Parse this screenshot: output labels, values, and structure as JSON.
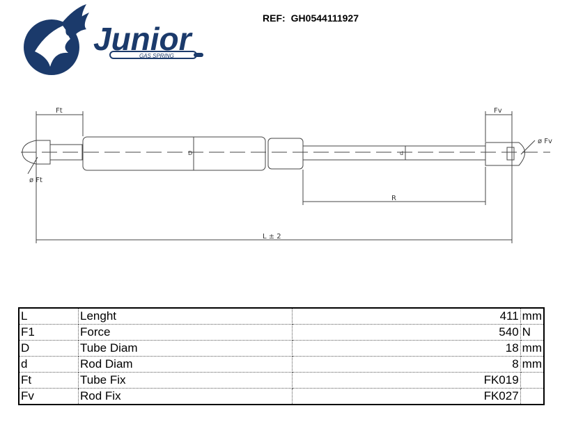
{
  "brand": {
    "name": "Junior",
    "tagline": "GAS SPRING",
    "color": "#1b3a6b"
  },
  "reference": {
    "label": "REF:",
    "code": "GH0544111927"
  },
  "drawing": {
    "labels": {
      "ft_top": "Ft",
      "fv_top": "Fv",
      "ft_diam": "ø Ft",
      "fv_diam": "ø Fv",
      "tube_diam": "D",
      "rod_diam": "d",
      "stroke": "R",
      "length": "L ± 2"
    }
  },
  "specs": {
    "rows": [
      {
        "code": "L",
        "name": "Lenght",
        "value": "411",
        "unit": "mm"
      },
      {
        "code": "F1",
        "name": "Force",
        "value": "540",
        "unit": "N"
      },
      {
        "code": "D",
        "name": "Tube Diam",
        "value": "18",
        "unit": "mm"
      },
      {
        "code": "d",
        "name": "Rod Diam",
        "value": "8",
        "unit": "mm"
      },
      {
        "code": "Ft",
        "name": "Tube Fix",
        "value": "FK019",
        "unit": ""
      },
      {
        "code": "Fv",
        "name": "Rod Fix",
        "value": "FK027",
        "unit": ""
      }
    ]
  }
}
